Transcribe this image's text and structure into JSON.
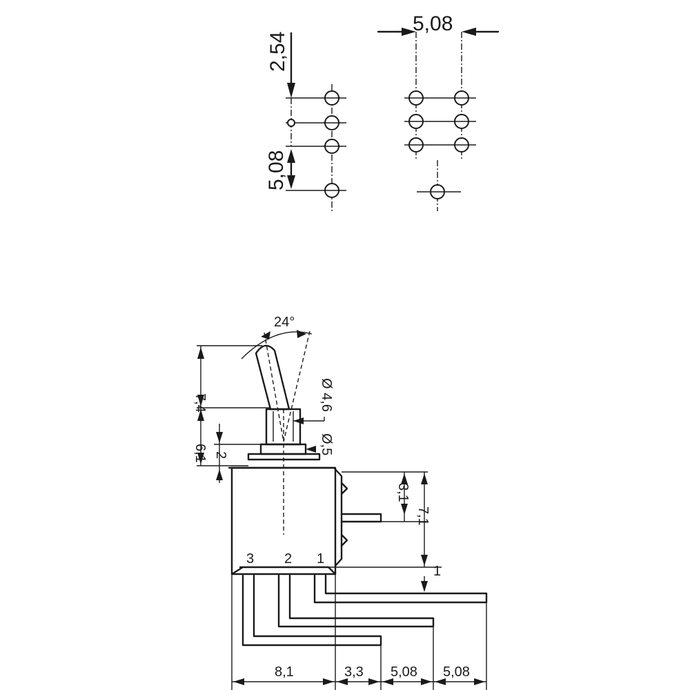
{
  "footprint_left": {
    "pitch_label": "2,54",
    "row_gap_label": "5,08"
  },
  "footprint_right": {
    "pitch_label": "5,08"
  },
  "switch_side": {
    "angle_label": "24°",
    "lever_height_label": "7,4",
    "bushing_height_label": "6,1",
    "washer_label": "2",
    "lever_diameter_label": "Ø 4,6",
    "bushing_diameter_label": "Ø,5",
    "upper_tab_label": "3,1",
    "tab_span_label": "7,1",
    "pin_offset_label": "1",
    "terminal_labels": [
      "3",
      "2",
      "1"
    ],
    "bottom_dims": [
      "8,1",
      "3,3",
      "5,08",
      "5,08"
    ]
  }
}
